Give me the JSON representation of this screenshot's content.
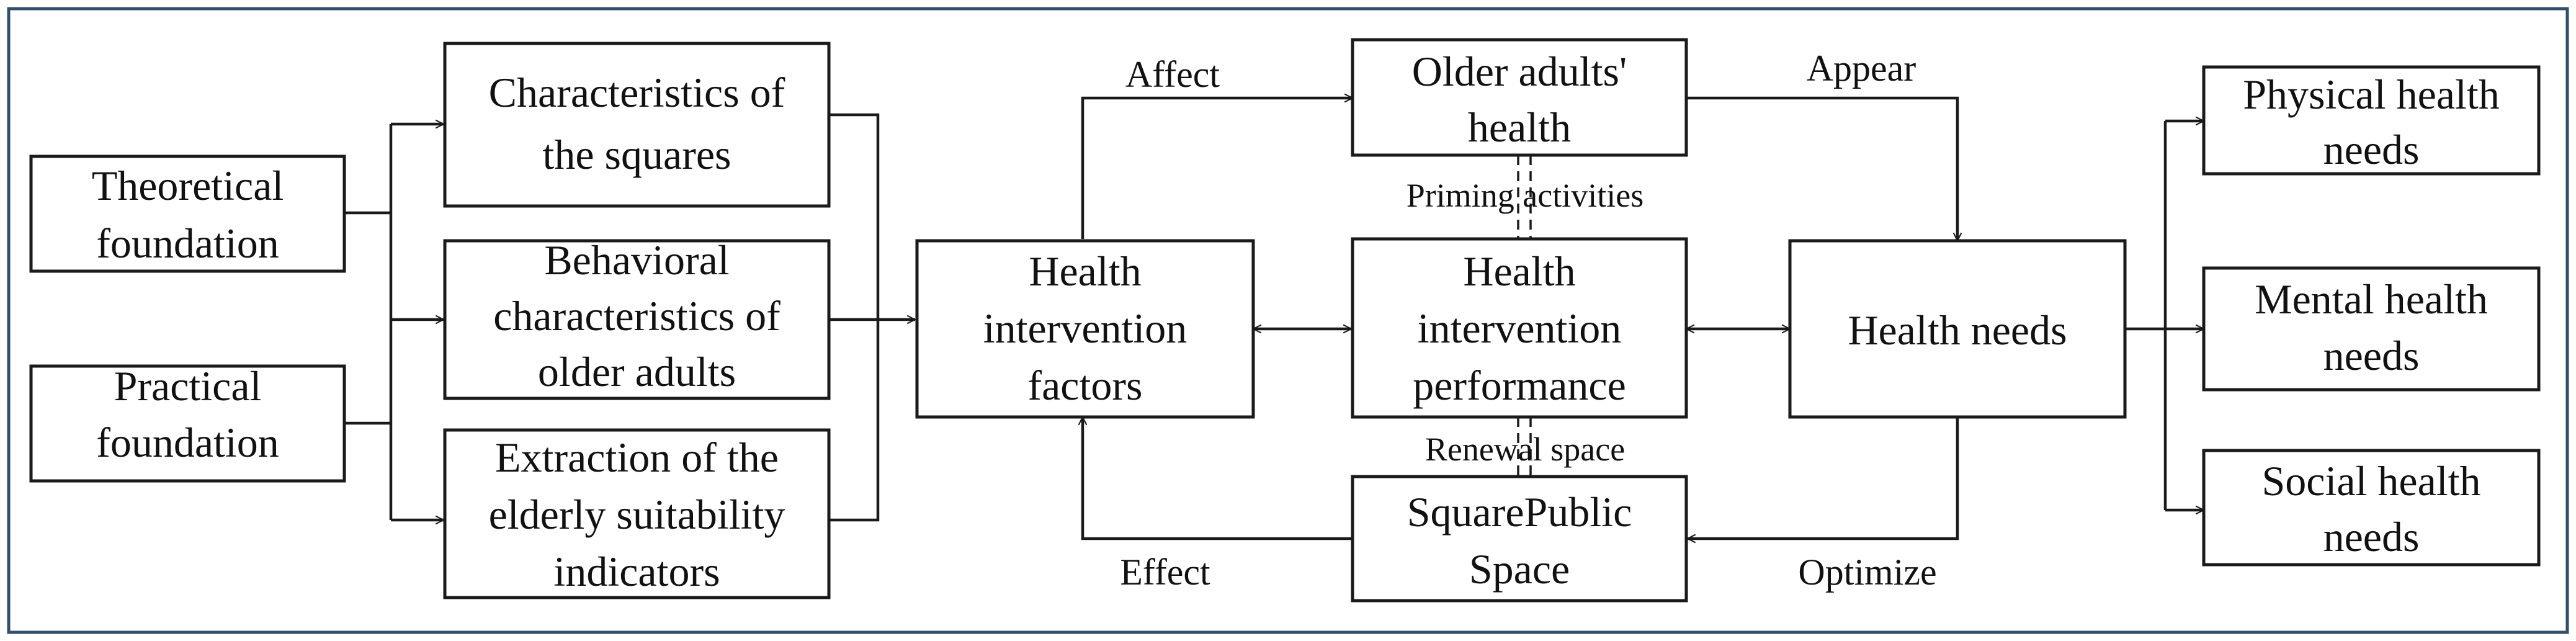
{
  "nodes": {
    "theoretical": [
      "Theoretical",
      "foundation"
    ],
    "practical": [
      "Practical",
      "foundation"
    ],
    "squares": [
      "Characteristics of",
      "the squares"
    ],
    "behavioral": [
      "Behavioral",
      "characteristics of",
      "older adults"
    ],
    "extraction": [
      "Extraction of the",
      "elderly suitability",
      "indicators"
    ],
    "factors": [
      "Health",
      "intervention",
      "factors"
    ],
    "older_health": [
      "Older adults'",
      "health"
    ],
    "performance": [
      "Health",
      "intervention",
      "performance"
    ],
    "square_space": [
      "SquarePublic",
      "Space"
    ],
    "needs": [
      "Health needs"
    ],
    "physical": [
      "Physical health",
      "needs"
    ],
    "mental": [
      "Mental health",
      "needs"
    ],
    "social": [
      "Social health",
      "needs"
    ]
  },
  "edge_labels": {
    "affect": "Affect",
    "appear": "Appear",
    "priming": "Priming activities",
    "renewal": "Renewal space",
    "effect": "Effect",
    "optimize": "Optimize"
  }
}
